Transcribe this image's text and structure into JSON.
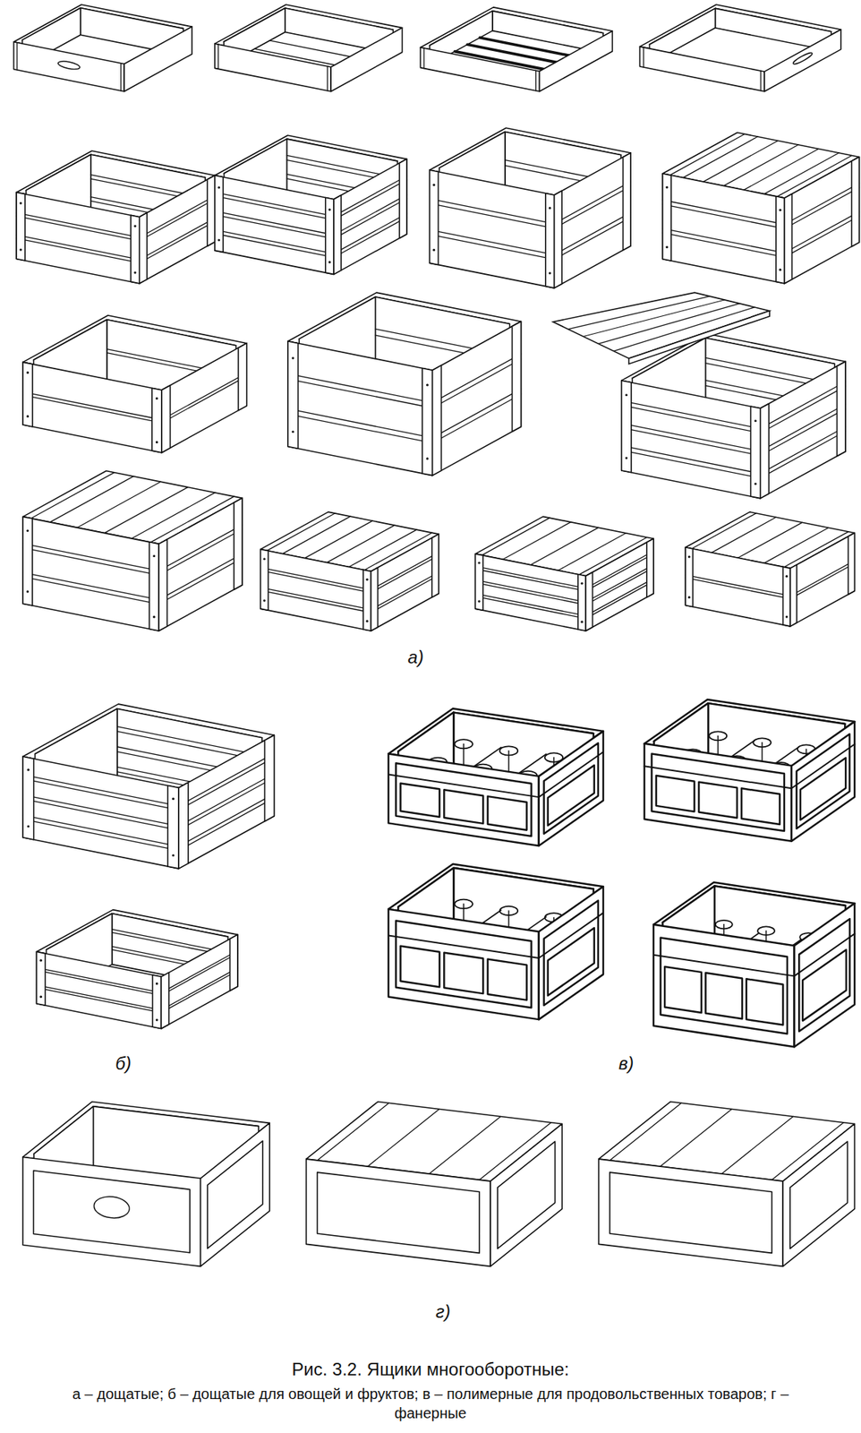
{
  "diagram": {
    "title": "Рис. 3.2. Ящики многооборотные:",
    "caption": "а – дощатые; б – дощатые для овощей и фруктов; в – полимерные для продовольственных товаров; г – фанерные",
    "labels": [
      "а)",
      "б)",
      "в)",
      "г)"
    ]
  }
}
